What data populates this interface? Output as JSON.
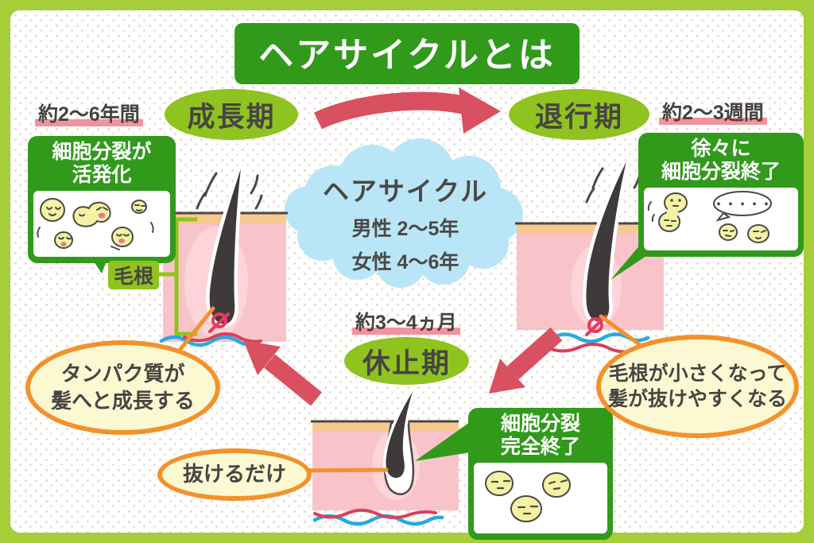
{
  "title": "ヘアサイクルとは",
  "phases": {
    "growth": {
      "name": "成長期",
      "duration": "約2〜6年間"
    },
    "regression": {
      "name": "退行期",
      "duration": "約2〜3週間"
    },
    "resting": {
      "name": "休止期",
      "duration": "約3〜4ヵ月"
    }
  },
  "cloud": {
    "title": "ヘアサイクル",
    "male": "男性 2〜5年",
    "female": "女性 4〜6年"
  },
  "callouts": {
    "growth": {
      "line1": "細胞分裂が",
      "line2": "活発化"
    },
    "regression": {
      "line1": "徐々に",
      "line2": "細胞分裂終了"
    },
    "resting": {
      "line1": "細胞分裂",
      "line2": "完全終了"
    }
  },
  "annotations": {
    "hair_root": "毛根",
    "growth_note_line1": "タンパク質が",
    "growth_note_line2": "髪へと成長する",
    "regression_note_line1": "毛根が小さくなって",
    "regression_note_line2": "髪が抜けやすくなる",
    "resting_note": "抜けるだけ",
    "cell_speech": "・・・・・"
  },
  "colors": {
    "frame_green": "#a5ce39",
    "deep_green": "#319a1b",
    "phase_green": "#8fc31f",
    "arrow_red": "#d95061",
    "cloud_blue": "#b9e6f6",
    "skin_pink": "#f9c3ca",
    "skin_surface_orange": "#f7c98f",
    "hair_dark": "#3e3a39",
    "capillary_red": "#e83a5e",
    "vessel_blue": "#29aae1",
    "vessel_red": "#d8415a",
    "note_orange": "#f3922b",
    "note_fill": "#fcf9d2",
    "underline_pink": "#f2929c",
    "cell_yellow": "#f6f2a4",
    "text_dark": "#474443"
  }
}
